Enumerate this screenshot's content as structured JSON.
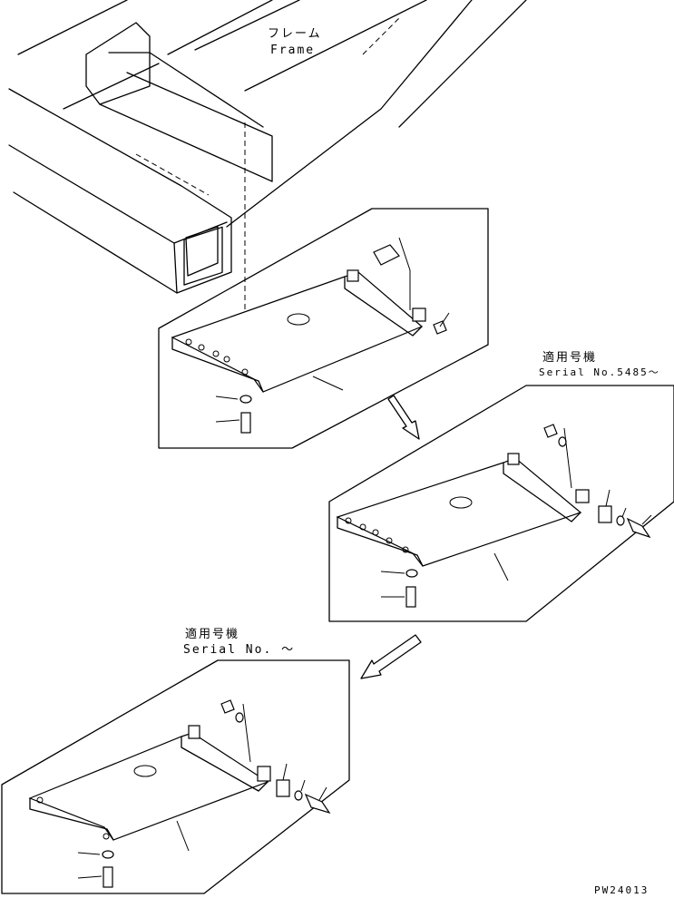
{
  "frame_label": {
    "jp": "フレーム",
    "en": "Frame"
  },
  "variant_2": {
    "jp": "適用号機",
    "en": "Serial No.5485～"
  },
  "variant_3": {
    "jp": "適用号機",
    "en": "Serial No.  ～"
  },
  "drawing_number": "PW24013"
}
